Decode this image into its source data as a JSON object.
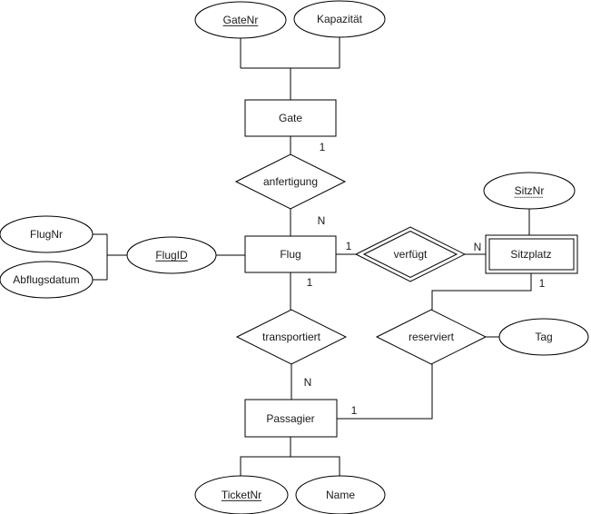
{
  "diagram": {
    "type": "er-diagram",
    "language": "de",
    "colors": {
      "stroke": "#000000",
      "fill": "#ffffff",
      "text": "#1a1a1a"
    },
    "entities": {
      "gate": "Gate",
      "flug": "Flug",
      "sitzplatz": "Sitzplatz",
      "passagier": "Passagier"
    },
    "weak_entities": [
      "sitzplatz"
    ],
    "relationships": {
      "anfertigung": "anfertigung",
      "verfuegt": "verfügt",
      "transportiert": "transportiert",
      "reserviert": "reserviert"
    },
    "weak_relationships": [
      "verfuegt"
    ],
    "attributes": {
      "gatenr": "GateNr",
      "kapazitaet": "Kapazität",
      "flugnr": "FlugNr",
      "abflugsdatum": "Abflugsdatum",
      "flugid": "FlugID",
      "sitznr": "SitzNr",
      "tag": "Tag",
      "ticketnr": "TicketNr",
      "name": "Name"
    },
    "key_attributes": [
      "gatenr",
      "flugid",
      "ticketnr"
    ],
    "partial_key_attributes": [
      "sitznr"
    ],
    "cardinalities": {
      "gate_anfertigung": "1",
      "anfertigung_flug": "N",
      "flug_verfuegt": "1",
      "verfuegt_sitzplatz": "N",
      "sitzplatz_reserviert": "1",
      "flug_transportiert": "1",
      "transportiert_passagier": "N",
      "passagier_reserviert": "1"
    }
  }
}
